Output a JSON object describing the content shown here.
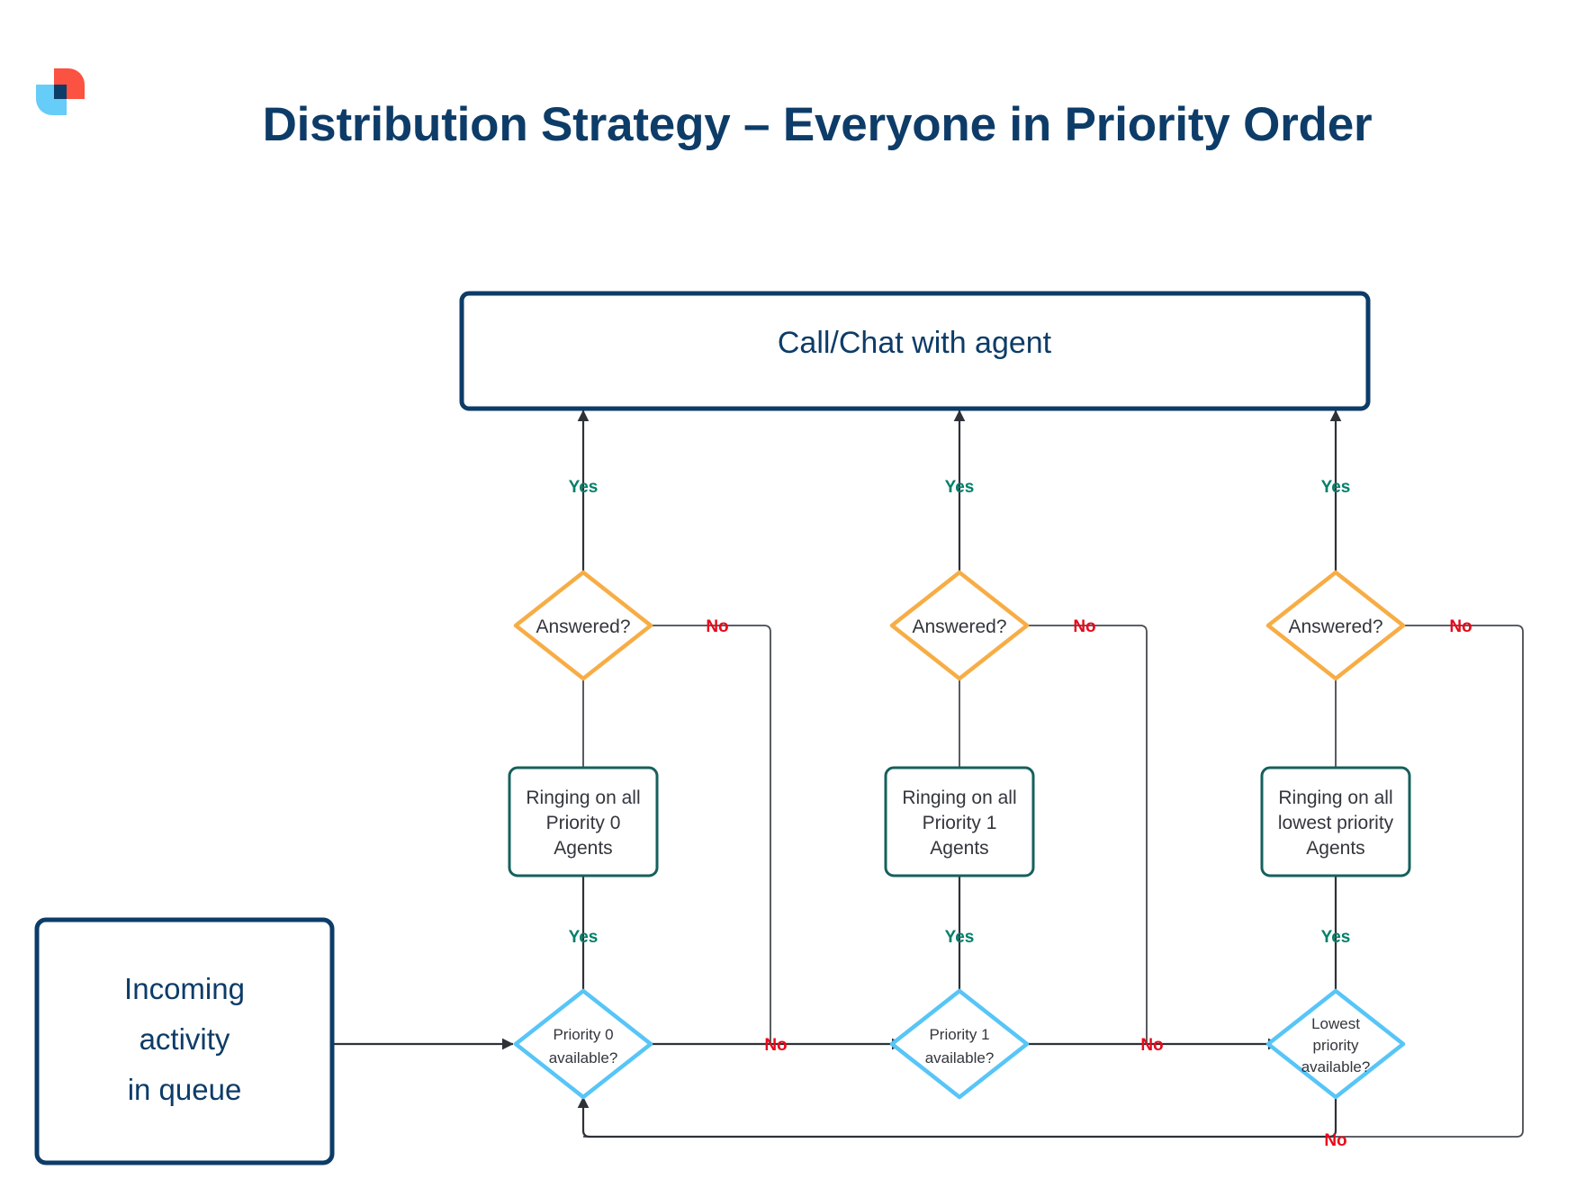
{
  "page": {
    "title": "Distribution Strategy – Everyone in Priority Order",
    "background": "#ffffff"
  },
  "logo": {
    "name": "brand-logo",
    "colors": {
      "red": "#fb5242",
      "light_blue": "#66ccf8",
      "navy": "#0d3c68"
    }
  },
  "colors": {
    "navy": "#0d3c68",
    "green_border": "#16605c",
    "orange_border": "#f7ad45",
    "blue_border": "#57c5f7",
    "yes_label": "#00806a",
    "no_label": "#e8091b",
    "node_text": "#33363c",
    "edge": "#2e3138"
  },
  "flowchart": {
    "type": "flowchart",
    "nodes": {
      "terminal": {
        "label": "Call/Chat with agent",
        "shape": "rounded-rect",
        "style": "navy"
      },
      "start": {
        "label_line1": "Incoming",
        "label_line2": "activity",
        "label_line3": "in queue",
        "shape": "rounded-rect",
        "style": "navy"
      },
      "answered_0": {
        "label": "Answered?",
        "shape": "diamond",
        "style": "orange"
      },
      "answered_1": {
        "label": "Answered?",
        "shape": "diamond",
        "style": "orange"
      },
      "answered_2": {
        "label": "Answered?",
        "shape": "diamond",
        "style": "orange"
      },
      "ringing_0": {
        "label_line1": "Ringing on all",
        "label_line2": "Priority 0",
        "label_line3": "Agents",
        "shape": "rounded-rect",
        "style": "green"
      },
      "ringing_1": {
        "label_line1": "Ringing on all",
        "label_line2": "Priority 1",
        "label_line3": "Agents",
        "shape": "rounded-rect",
        "style": "green"
      },
      "ringing_2": {
        "label_line1": "Ringing on all",
        "label_line2": "lowest priority",
        "label_line3": "Agents",
        "shape": "rounded-rect",
        "style": "green"
      },
      "avail_0": {
        "label_line1": "Priority 0",
        "label_line2": "available?",
        "shape": "diamond",
        "style": "blue"
      },
      "avail_1": {
        "label_line1": "Priority 1",
        "label_line2": "available?",
        "shape": "diamond",
        "style": "blue"
      },
      "avail_2": {
        "label_line1": "Lowest",
        "label_line2": "priority",
        "label_line3": "available?",
        "shape": "diamond",
        "style": "blue"
      }
    },
    "edge_labels": {
      "yes_answered_0": "Yes",
      "yes_answered_1": "Yes",
      "yes_answered_2": "Yes",
      "no_answered_0": "No",
      "no_answered_1": "No",
      "no_answered_2": "No",
      "yes_avail_0": "Yes",
      "yes_avail_1": "Yes",
      "yes_avail_2": "Yes",
      "no_avail_0": "No",
      "no_avail_1": "No",
      "no_avail_2": "No"
    }
  }
}
